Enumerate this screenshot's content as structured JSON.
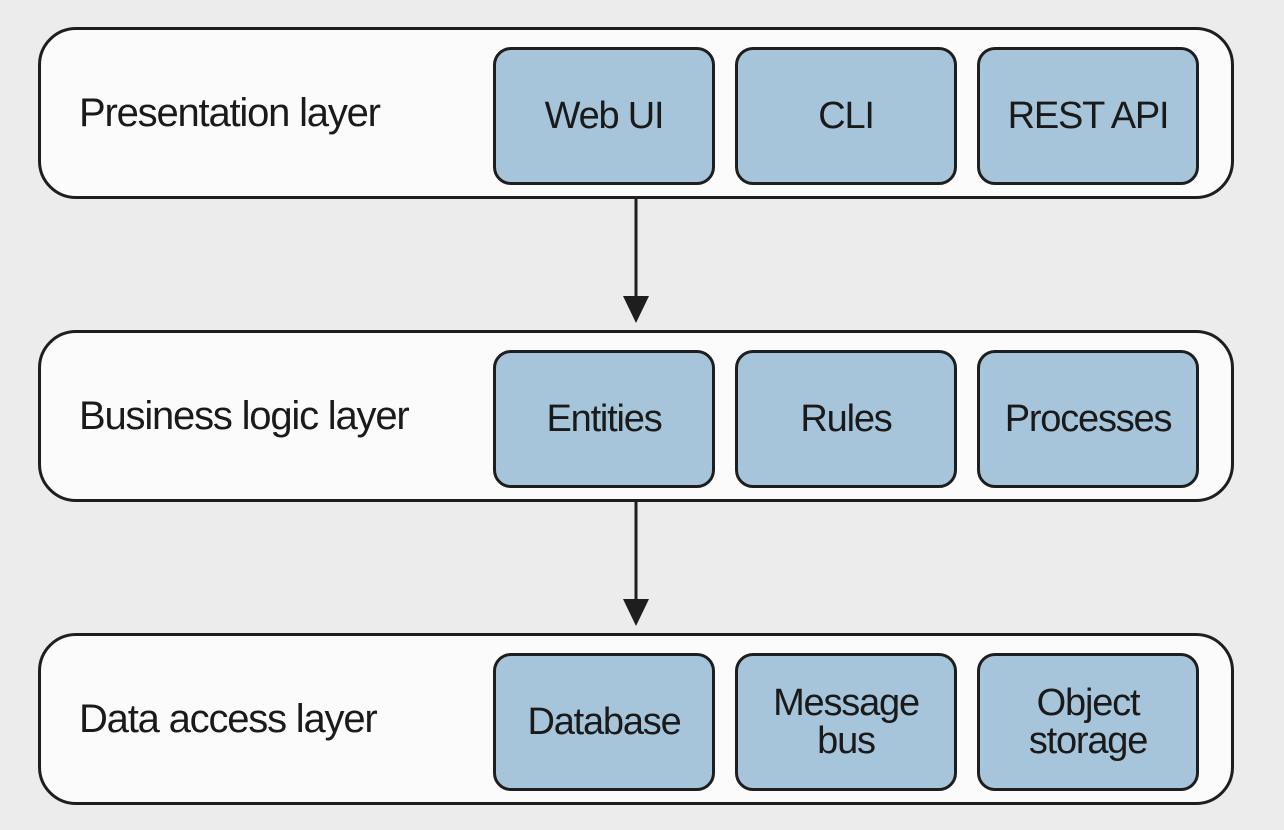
{
  "diagram": {
    "layers": [
      {
        "label": "Presentation layer",
        "components": [
          "Web UI",
          "CLI",
          "REST API"
        ]
      },
      {
        "label": "Business logic layer",
        "components": [
          "Entities",
          "Rules",
          "Processes"
        ]
      },
      {
        "label": "Data access layer",
        "components": [
          "Database",
          "Message\nbus",
          "Object\nstorage"
        ]
      }
    ],
    "colors": {
      "background": "#ececec",
      "layer_fill": "#fbfbfb",
      "component_fill": "#a7c5da",
      "stroke": "#1e1e1e"
    }
  }
}
